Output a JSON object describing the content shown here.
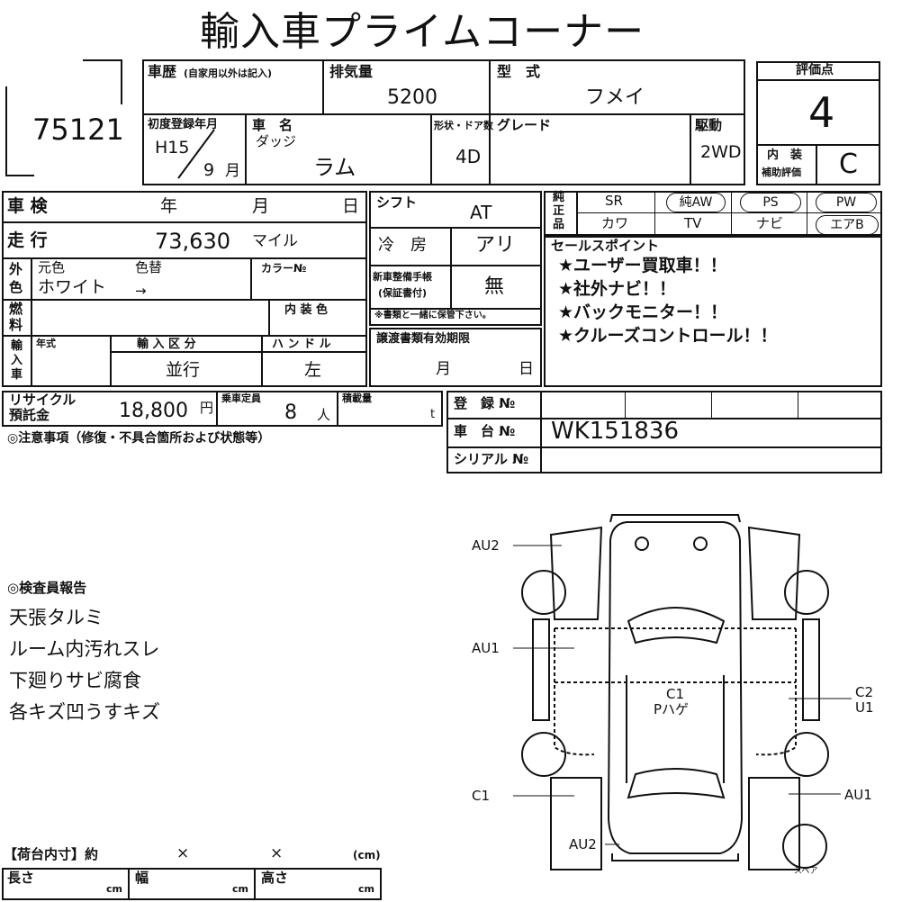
{
  "title": "輸入車プライムコーナー",
  "lot_number": "75121",
  "history": {
    "label": "車歴",
    "note": "(自家用以外は記入)"
  },
  "displacement": {
    "label": "排気量",
    "value": "5200"
  },
  "model_type": {
    "label": "型　式",
    "value": "フメイ"
  },
  "rating": {
    "label": "評価点",
    "score": "4",
    "interior_label_1": "内　装",
    "interior_label_2": "補助評価",
    "interior_value": "C"
  },
  "first_reg": {
    "label": "初度登録年月",
    "era_year": "H15",
    "month": "9",
    "month_unit": "月"
  },
  "car_name": {
    "label": "車　名",
    "maker": "ダッジ",
    "name": "ラム"
  },
  "body": {
    "label": "形状・ドア数",
    "value": "4D"
  },
  "grade": {
    "label": "グレード"
  },
  "drive": {
    "label": "駆動",
    "value": "2WD"
  },
  "inspection": {
    "label": "車 検",
    "year": "年",
    "month": "月",
    "day": "日"
  },
  "shift": {
    "label": "シフト",
    "value": "AT"
  },
  "equipment": {
    "label_chars": [
      "純",
      "正",
      "品"
    ],
    "row1": [
      "SR",
      "純AW",
      "PS",
      "PW"
    ],
    "row2": [
      "カワ",
      "TV",
      "ナビ",
      "エアB"
    ]
  },
  "mileage": {
    "label": "走 行",
    "value": "73,630",
    "unit": "マイル"
  },
  "aircon": {
    "label": "冷　房",
    "value": "アリ"
  },
  "color": {
    "side_1": "外",
    "side_2": "色",
    "label_orig": "元色",
    "label_change": "色替",
    "label_no": "カラー№",
    "value": "ホワイト",
    "arrow": "→"
  },
  "fuel": {
    "side_1": "燃",
    "side_2": "料",
    "interior_color_label": "内 装 色"
  },
  "manual": {
    "label_1": "新車整備手帳",
    "label_2": "(保証書付)",
    "value": "無",
    "note": "※書類と一緒に保管下さい。"
  },
  "sales_points": {
    "label": "セールスポイント",
    "items": [
      "★ユーザー買取車！！",
      "★社外ナビ！！",
      "★バックモニター！！",
      "★クルーズコントロール！！"
    ]
  },
  "import": {
    "side": [
      "輸",
      "入",
      "車"
    ],
    "year_label": "年式",
    "type_label": "輸 入 区 分",
    "type_value": "並行",
    "handle_label": "ハ ン ド ル",
    "handle_value": "左"
  },
  "transfer": {
    "label": "譲渡書類有効期限",
    "month": "月",
    "day": "日"
  },
  "recycle": {
    "label_1": "リサイクル",
    "label_2": "預託金",
    "value": "18,800",
    "unit": "円"
  },
  "capacity": {
    "label": "乗車定員",
    "value": "8",
    "unit": "人"
  },
  "load": {
    "label": "積載量",
    "unit": "t"
  },
  "registration": {
    "reg_label": "登　録 №",
    "chassis_label": "車　台 №",
    "chassis_value": "WK151836",
    "serial_label": "シリアル №"
  },
  "caution": {
    "label": "◎注意事項（修復・不具合箇所および状態等）"
  },
  "inspector_report": {
    "label": "◎検査員報告",
    "lines": [
      "天張タルミ",
      "ルーム内汚れスレ",
      "下廻りサビ腐食",
      "各キズ凹うすキズ"
    ]
  },
  "diagram": {
    "labels": {
      "au2_top": "AU2",
      "au1_left": "AU1",
      "c1_left": "C1",
      "au2_bottom": "AU2",
      "c2_right": "C2",
      "u1_right": "U1",
      "au1_right": "AU1",
      "center_code": "C1",
      "center_note": "Pハゲ",
      "spare": "スペア"
    }
  },
  "cargo": {
    "label": "【荷台内寸】約",
    "x1": "×",
    "x2": "×",
    "unit": "(cm)",
    "length": "長さ",
    "width": "幅",
    "height": "高さ",
    "cm": "cm"
  }
}
